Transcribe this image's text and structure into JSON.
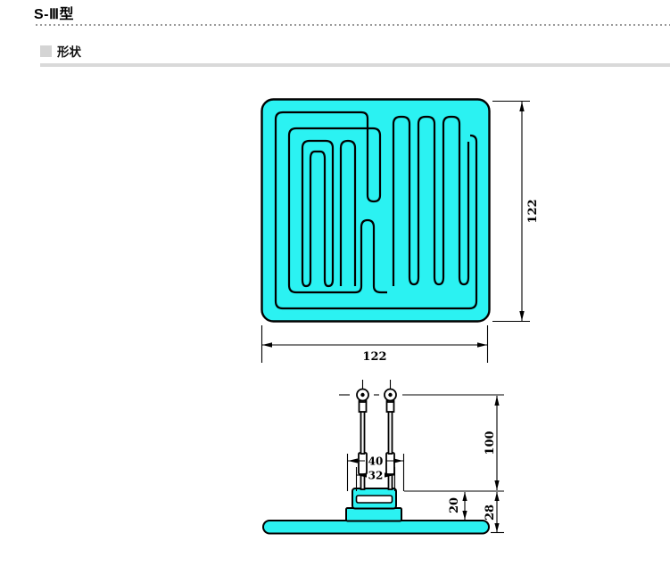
{
  "page": {
    "title": "S-Ⅲ型"
  },
  "section": {
    "label": "形状"
  },
  "colors": {
    "plate_fill": "#2BF2F2",
    "outline": "#000000",
    "section_bar": "#D9D9D9",
    "section_bullet": "#D4D4D4",
    "separator_dots": "#9A9A9A"
  },
  "drawing": {
    "top_view": {
      "width_label": "122",
      "height_label": "122"
    },
    "side_view": {
      "terminal_height_label": "100",
      "pitch_outer_label": "40",
      "pitch_inner_label": "32",
      "block_height_label": "20",
      "total_height_label": "28"
    }
  }
}
